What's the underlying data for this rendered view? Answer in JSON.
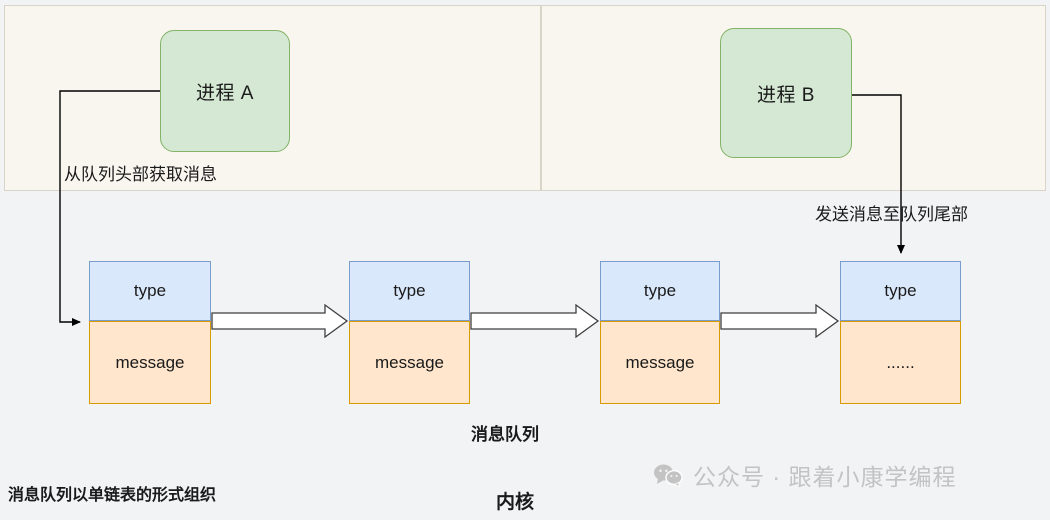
{
  "diagram": {
    "title_kernel": "内核",
    "title_queue": "消息队列",
    "note_organize": "消息队列以单链表的形式组织"
  },
  "processes": [
    {
      "id": "process-a",
      "label": "进程 A"
    },
    {
      "id": "process-b",
      "label": "进程 B"
    }
  ],
  "flow_labels": {
    "receive": "从队列头部获取消息",
    "send": "发送消息至队列尾部"
  },
  "queue_nodes": [
    {
      "type_label": "type",
      "message_label": "message"
    },
    {
      "type_label": "type",
      "message_label": "message"
    },
    {
      "type_label": "type",
      "message_label": "message"
    },
    {
      "type_label": "type",
      "message_label": "......"
    }
  ],
  "watermark": {
    "icon": "wechat-icon",
    "text": "公众号 · 跟着小康学编程"
  },
  "colors": {
    "panel_bg": "#f8f6ef",
    "panel_border": "#d8d4c8",
    "canvas_bg": "#f2f3f5",
    "process_fill": "#d5e8d4",
    "process_border": "#82b366",
    "type_fill": "#dae8fc",
    "type_border": "#7a9ccc",
    "message_fill": "#ffe6cc",
    "message_border": "#d79b00",
    "connector": "#000000",
    "watermark": "#c3c3c3"
  }
}
